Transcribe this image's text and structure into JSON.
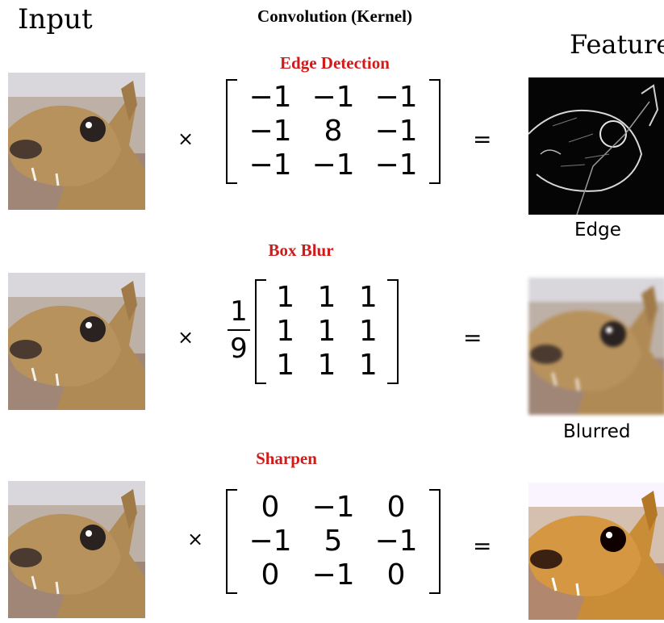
{
  "headers": {
    "input": "Input",
    "kernel": "Convolution (Kernel)",
    "feature": "Feature"
  },
  "operators": {
    "times": "×",
    "equals": "="
  },
  "rows": [
    {
      "kernel_name": "Edge Detection",
      "scale": null,
      "matrix": [
        "−1",
        "−1",
        "−1",
        "−1",
        "8",
        "−1",
        "−1",
        "−1",
        "−1"
      ],
      "output_caption": "Edge"
    },
    {
      "kernel_name": "Box Blur",
      "scale": {
        "numerator": "1",
        "denominator": "9"
      },
      "matrix": [
        "1",
        "1",
        "1",
        "1",
        "1",
        "1",
        "1",
        "1",
        "1"
      ],
      "output_caption": "Blurred"
    },
    {
      "kernel_name": "Sharpen",
      "scale": null,
      "matrix": [
        "0",
        "−1",
        "0",
        "−1",
        "5",
        "−1",
        "0",
        "−1",
        "0"
      ],
      "output_caption": ""
    }
  ],
  "colors": {
    "kernel_name": "#d11a1a",
    "fur": "#b08a55",
    "background_wall": "#a89888"
  }
}
